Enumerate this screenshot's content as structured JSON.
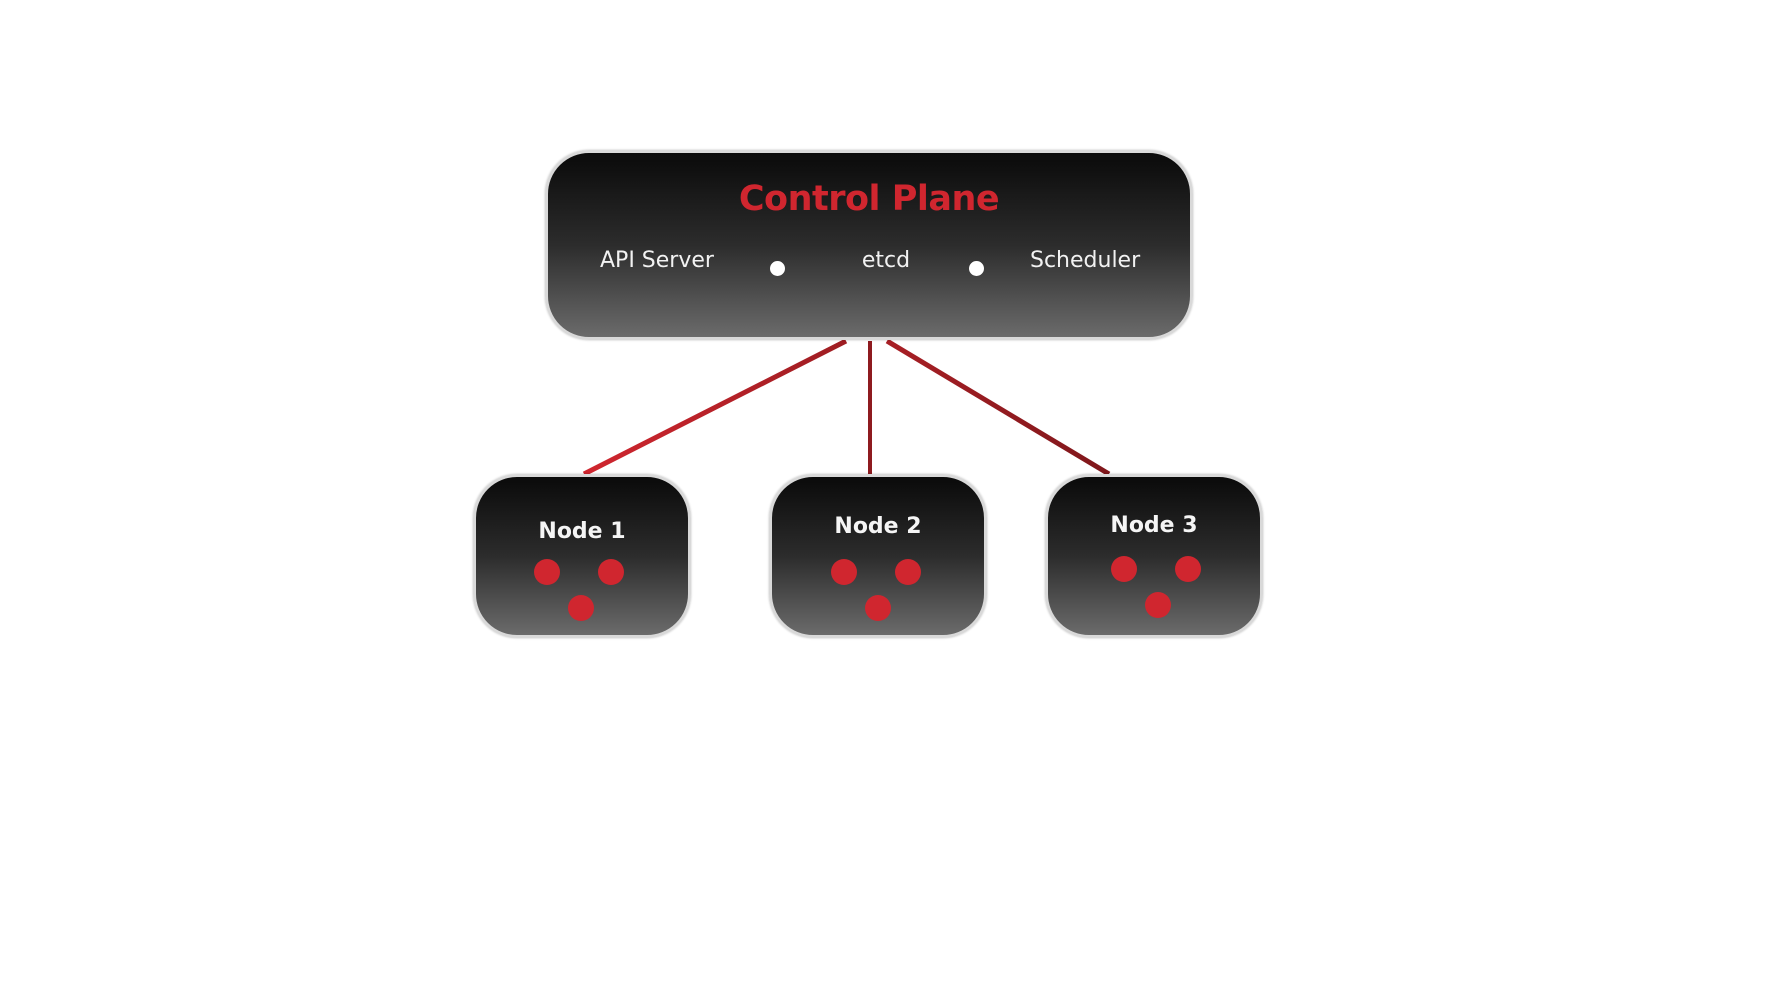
{
  "control_plane": {
    "title": "Control Plane",
    "components": [
      "API Server",
      "etcd",
      "Scheduler"
    ]
  },
  "nodes": [
    {
      "label": "Node 1",
      "pods": 3
    },
    {
      "label": "Node 2",
      "pods": 3
    },
    {
      "label": "Node 3",
      "pods": 3
    }
  ],
  "colors": {
    "accent_red": "#d0262f",
    "connector_dark_red": "#8e1a1f",
    "box_top": "#0a0a0a",
    "box_bottom": "#6b6b6b",
    "box_border": "#d9d9d9",
    "component_text": "#f2f2f2",
    "separator_dot": "#ffffff"
  }
}
